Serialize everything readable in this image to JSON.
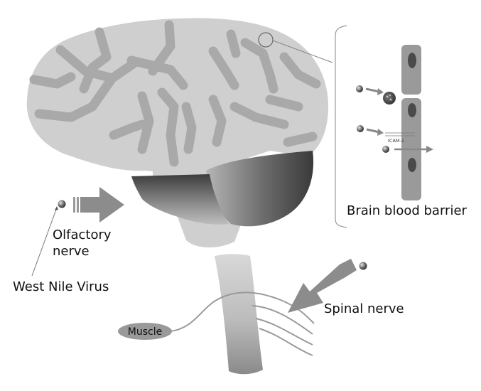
{
  "labels": {
    "brain_blood_barrier": "Brain blood barrier",
    "icam": "ICAM-1",
    "olfactory_line1": "Olfactory",
    "olfactory_line2": "nerve",
    "west_nile_virus": "West Nile Virus",
    "spinal_nerve": "Spinal nerve",
    "muscle": "Muscle"
  },
  "colors": {
    "cerebrum": "#cfcfcf",
    "gyri": "#a8a8a8",
    "cerebellum_dark": "#3e3e3e",
    "cerebellum_light": "#9a9a9a",
    "spinal_cord_top": "#d6d6d6",
    "spinal_cord_bottom": "#8a8a8a",
    "arrow": "#8c8c8c",
    "endothelial_cell": "#9a9a9a",
    "nucleus": "#4a4a4a",
    "muscle": "#999999"
  }
}
